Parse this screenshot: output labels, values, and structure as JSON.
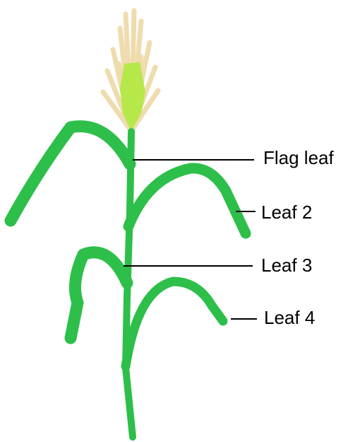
{
  "diagram": {
    "labels": {
      "flag_leaf": "Flag leaf",
      "leaf2": "Leaf 2",
      "leaf3": "Leaf 3",
      "leaf4": "Leaf 4"
    },
    "colors": {
      "leaf": "#2dbf4a",
      "tassel_cream": "#efdcae",
      "tassel_green": "#b7e84a",
      "line": "#000000",
      "background": "#ffffff"
    }
  }
}
